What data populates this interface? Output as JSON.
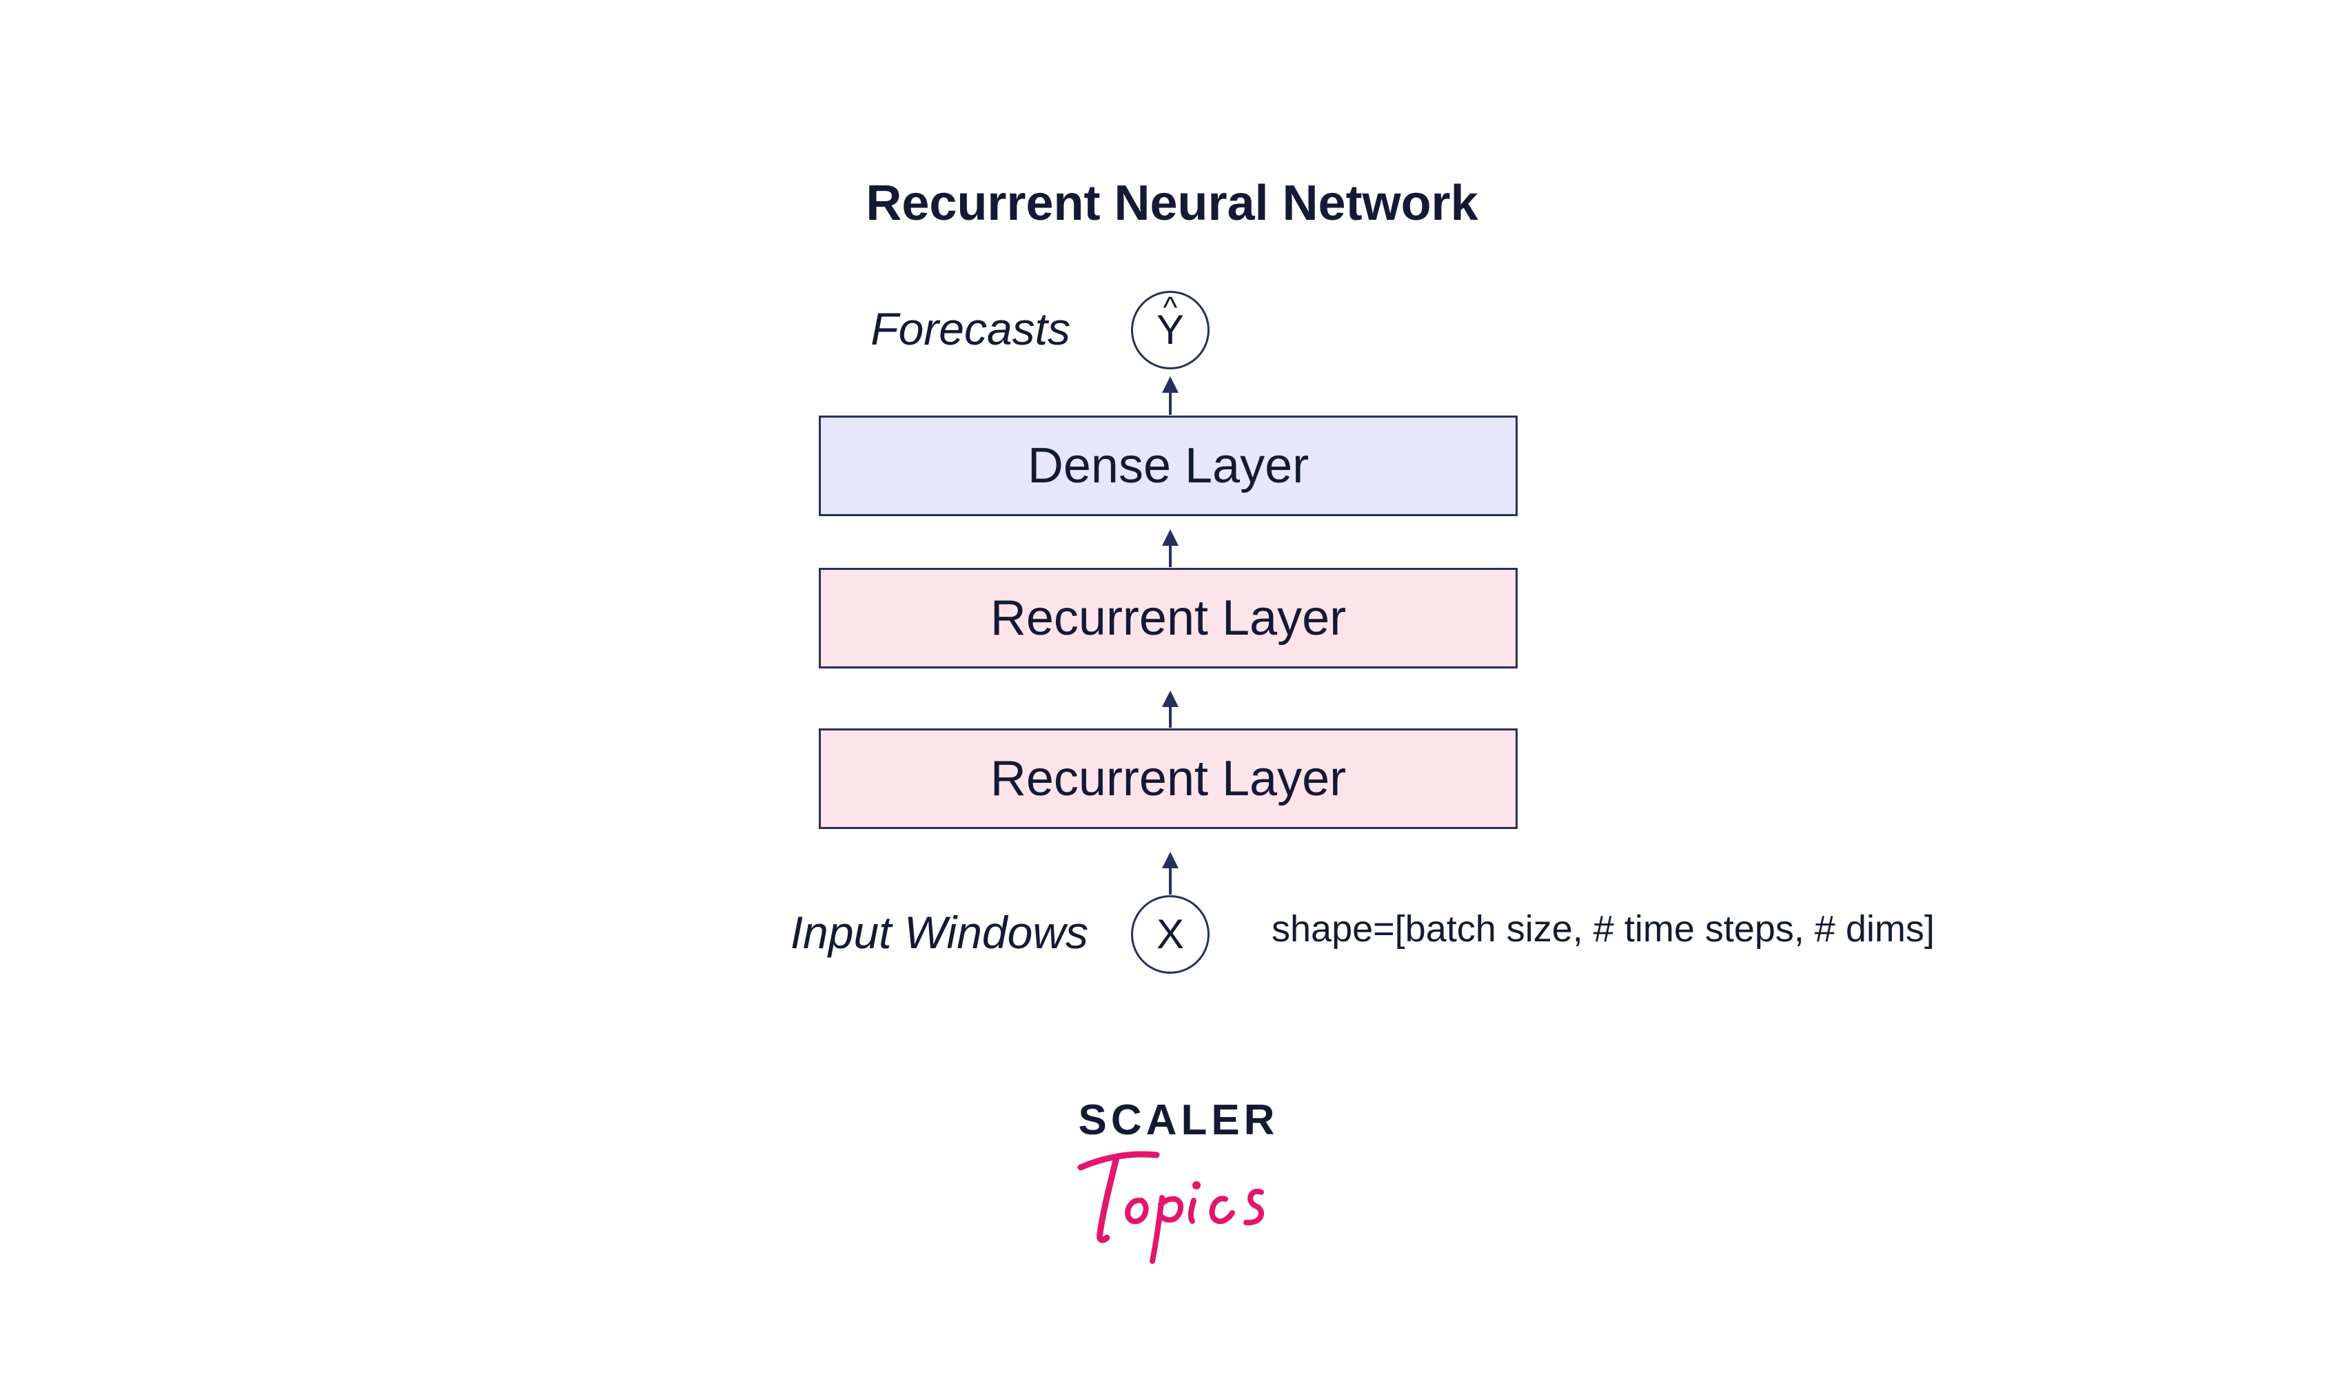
{
  "title": "Recurrent Neural Network",
  "nodes": {
    "output": {
      "label": "Forecasts",
      "symbol": "Y",
      "hat": "^"
    },
    "input": {
      "label": "Input Windows",
      "symbol": "X"
    }
  },
  "layers": [
    {
      "label": "Dense Layer",
      "type": "dense"
    },
    {
      "label": "Recurrent Layer",
      "type": "recurrent"
    },
    {
      "label": "Recurrent Layer",
      "type": "recurrent"
    }
  ],
  "input_shape": "shape=[batch size, # time steps, # dims]",
  "logo": {
    "top": "SCALER",
    "bottom": "Topics"
  },
  "colors": {
    "ink": "#141a33",
    "border": "#27305c",
    "dense_fill": "#e7e6fc",
    "recurrent_fill": "#fde4ea",
    "brand_pink": "#e3166b"
  }
}
